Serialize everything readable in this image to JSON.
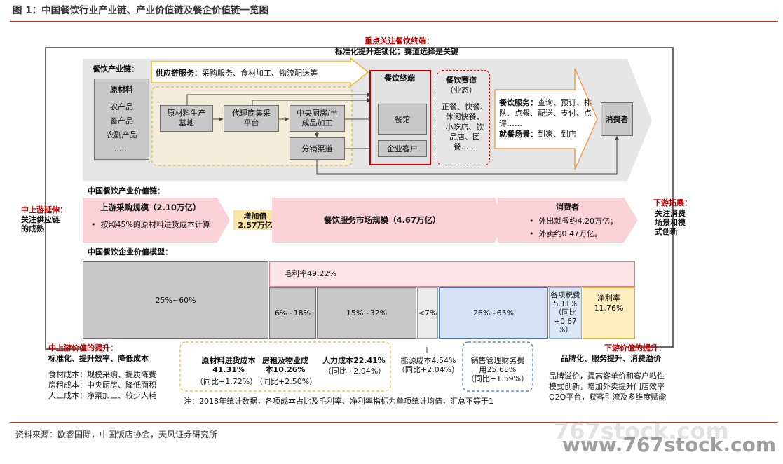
{
  "title": "图 1：中国餐饮行业产业链、产业价值链及餐企价值链一览图",
  "top_label": {
    "line1": "重点关注餐饮终端：",
    "line2": "标准化提升连锁化；赛道选择是关键"
  },
  "chain": {
    "heading": "餐饮产业链：",
    "raw": {
      "title": "原材料",
      "items": [
        "农产品",
        "畜产品",
        "农副产品",
        "……"
      ]
    },
    "supply": {
      "label": "供应链服务：",
      "text": "采购服务、食材加工、物流配送等"
    },
    "nodes": {
      "base": "原材料生产\n基地",
      "agent": "代理商集采\n平台",
      "kitchen": "中央厨房/半\n成品加工",
      "channel": "分销渠道"
    },
    "terminal": {
      "title": "餐饮终端",
      "restaurant": "餐馆",
      "enterprise": "企业客户"
    },
    "track": {
      "title": "餐饮赛道",
      "sub": "（业态）",
      "text": "正餐、快餐、\n休闲快餐、\n小吃店、饮\n品店、团\n餐……"
    },
    "services": {
      "label1": "餐饮服务：",
      "text1": "查询、预订、排队、点餐、配送、支付、点评……",
      "label2": "就餐场景：",
      "text2": "到家、到店"
    },
    "consumer": "消费者"
  },
  "side": {
    "left": {
      "red": "中上游延伸：",
      "text": "关注供应链\n的成熟"
    },
    "right": {
      "red": "下游拓展：",
      "text": "关注消费\n场景和模\n式创新"
    }
  },
  "value_chain": {
    "heading": "中国餐饮产业价值链：",
    "upstream": {
      "title": "上游采购规模（2.10万亿）",
      "note": "按照45%的原材料进货成本计算"
    },
    "added": "增加值\n2.57万亿",
    "market": "餐饮服务市场规模（4.67万亿）",
    "consumer": {
      "title": "消费者",
      "notes": [
        "外出就餐约4.20万亿；",
        "外卖约0.47万亿。"
      ]
    }
  },
  "model": {
    "heading": "中国餐饮企业价值模型：",
    "gross": "毛利率49.22%",
    "cells": {
      "c1": "25%~60%",
      "c2": "6%~18%",
      "c3": "15%~32%",
      "c4": "<7%",
      "c5": "26%~65%",
      "tax": "各项税费\n5.11%\n（同比\n+0.67\n%）",
      "net": "净利率\n11.76%"
    }
  },
  "bottom": {
    "left": {
      "red": "中上游价值的提升：",
      "bold": "标准化、提升效率、降低成本",
      "lines": [
        "食材成本：规模采购、提质降费",
        "房租成本：中央厨房、降低面积",
        "人工成本：净菜加工、较少人耗"
      ]
    },
    "costs": [
      {
        "title": "原材料进货成本\n41.31%",
        "yoy": "（同比+1.72%）"
      },
      {
        "title": "房租及物业成\n本10.26%",
        "yoy": "（同比+2.50%）"
      },
      {
        "title": "人力成本22.41%",
        "yoy": "（同比+2.04%）"
      }
    ],
    "energy": "能源成本4.54%\n（同比+2.04%）",
    "sales": "销售管理财务费\n用25.68%\n（同比+1.59%）",
    "right": {
      "red": "下游价值的提升：",
      "bold": "品牌化、服务提升、消费溢价",
      "lines": [
        "品牌溢价，提高客单价和客户粘性",
        "模式创新，增加外卖提升门店效率",
        "O2O平台，获客引流及多维度赋能"
      ]
    },
    "note": "注：2018年统计数据，各项成本占比及毛利率、净利率指标为单项统计均值，汇总不等于1"
  },
  "source": "资料来源：欧睿国际，中国饭店协会，天风证券研究所",
  "watermark": {
    "top": "767stock.com",
    "bottom": "www.767stock.com"
  }
}
